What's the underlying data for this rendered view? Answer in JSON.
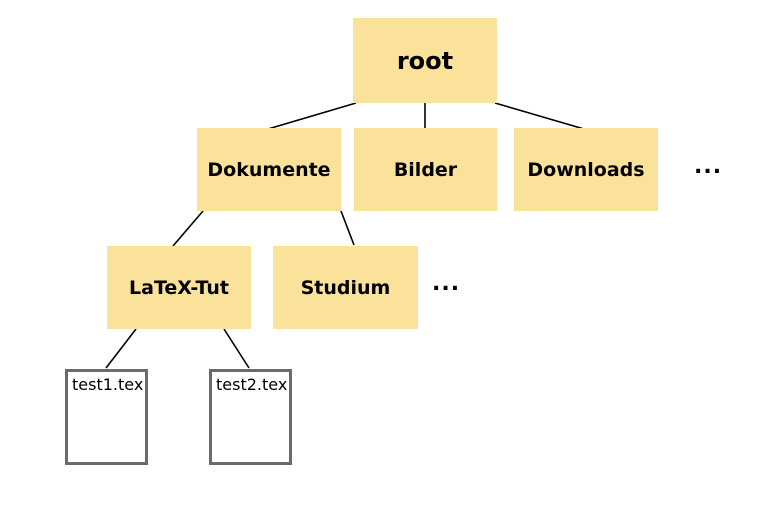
{
  "diagram": {
    "type": "tree",
    "nodes": {
      "root": {
        "label": "root",
        "kind": "folder",
        "level": 0
      },
      "dokumente": {
        "label": "Dokumente",
        "kind": "folder",
        "level": 1,
        "parent": "root"
      },
      "bilder": {
        "label": "Bilder",
        "kind": "folder",
        "level": 1,
        "parent": "root"
      },
      "downloads": {
        "label": "Downloads",
        "kind": "folder",
        "level": 1,
        "parent": "root"
      },
      "more_level1": {
        "label": "...",
        "kind": "ellipsis",
        "level": 1
      },
      "latex_tut": {
        "label": "LaTeX-Tut",
        "kind": "folder",
        "level": 2,
        "parent": "dokumente"
      },
      "studium": {
        "label": "Studium",
        "kind": "folder",
        "level": 2,
        "parent": "dokumente"
      },
      "more_level2": {
        "label": "...",
        "kind": "ellipsis",
        "level": 2
      },
      "test1": {
        "label": "test1.tex",
        "kind": "file",
        "level": 3,
        "parent": "latex_tut"
      },
      "test2": {
        "label": "test2.tex",
        "kind": "file",
        "level": 3,
        "parent": "latex_tut"
      }
    },
    "edges": [
      {
        "from": "root",
        "to": "dokumente"
      },
      {
        "from": "root",
        "to": "bilder"
      },
      {
        "from": "root",
        "to": "downloads"
      },
      {
        "from": "dokumente",
        "to": "latex_tut"
      },
      {
        "from": "dokumente",
        "to": "studium"
      },
      {
        "from": "latex_tut",
        "to": "test1"
      },
      {
        "from": "latex_tut",
        "to": "test2"
      }
    ],
    "colors": {
      "folder_fill": "#FBE29B",
      "file_fill": "#FFFFFF",
      "file_border": "#6A6A6A",
      "edge": "#000000",
      "text": "#000000",
      "background": "#FFFFFF"
    }
  }
}
